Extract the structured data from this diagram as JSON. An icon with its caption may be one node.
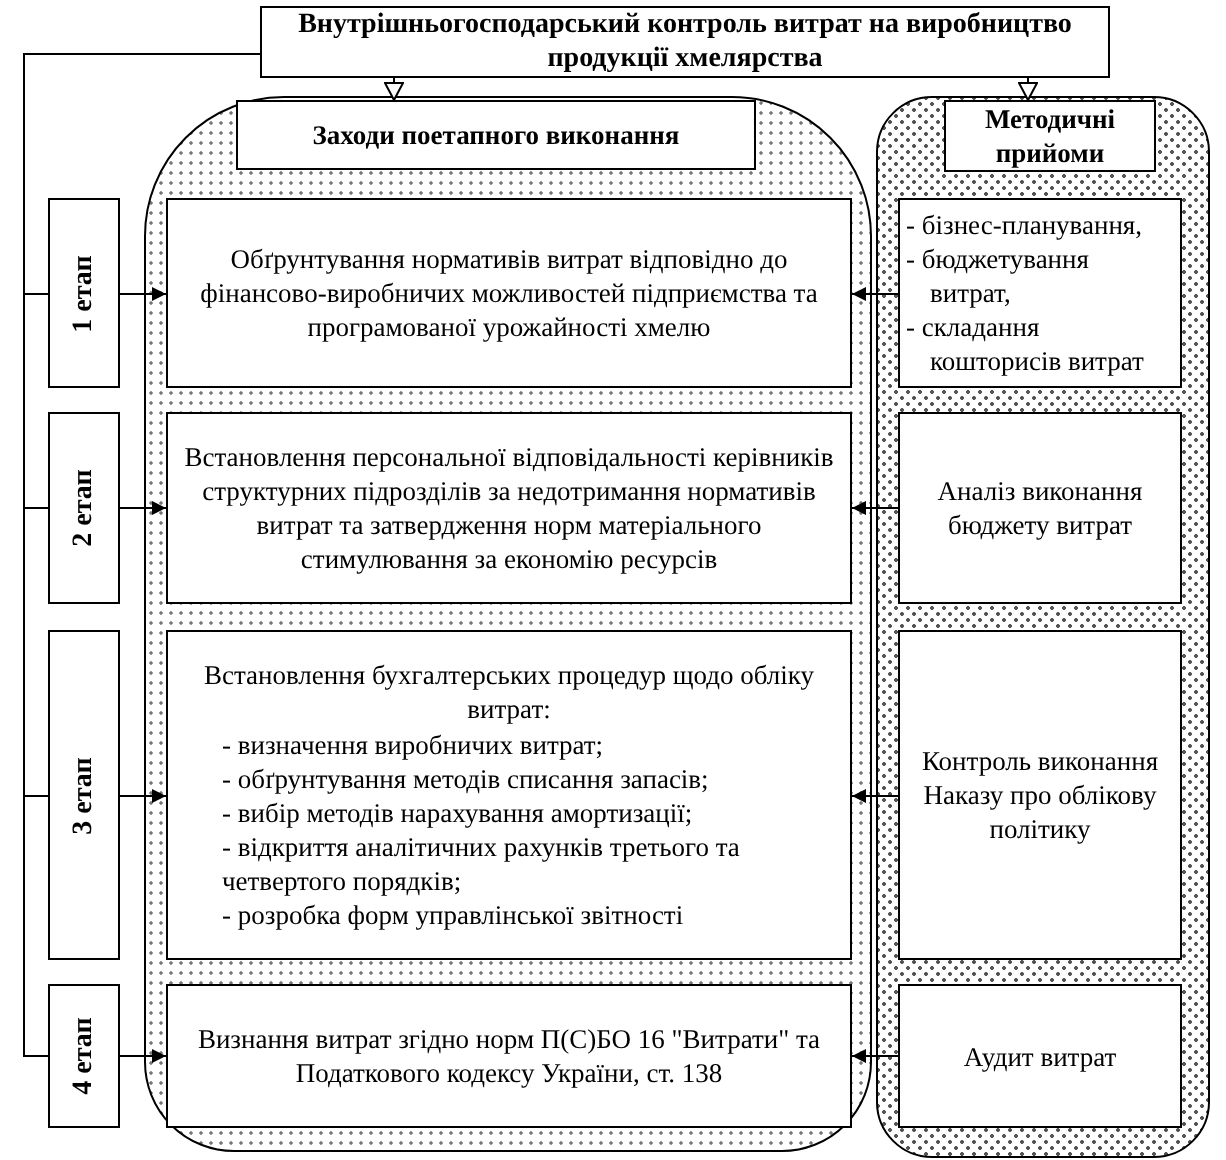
{
  "diagram": {
    "nodes": [
      {
        "text": [
          "Внутрішньогосподарський контроль витрат на виробництво продукції хмелярства"
        ]
      },
      {
        "text": [],
        "shape": "box"
      },
      {
        "text": [
          "Заходи поетапного виконання"
        ],
        "in": 1
      },
      {
        "text": [],
        "shape": "box"
      },
      {
        "text": [
          "Методичні прийоми"
        ],
        "in": 3
      },
      {
        "text": [
          "1 етап"
        ]
      },
      {
        "text": [
          "2 етап"
        ]
      },
      {
        "text": [
          "3 етап"
        ]
      },
      {
        "text": [
          "4 етап"
        ]
      },
      {
        "text": [
          "Обґрунтування нормативів витрат відповідно до фінансово-виробничих можливостей підприємства та програмованої урожайності хмелю"
        ],
        "in": 1
      },
      {
        "text": [
          "Встановлення персональної відповідальності керівників структурних підрозділів за недотримання нормативів витрат та затвердження норм матеріального стимулювання за економію ресурсів"
        ],
        "in": 1
      },
      {
        "text": [
          "Встановлення бухгалтерських процедур щодо обліку витрат:",
          "- визначення виробничих витрат;",
          "- обґрунтування методів списання запасів;",
          "- вибір методів нарахування амортизації;",
          "- відкриття аналітичних рахунків третього та четвертого порядків;",
          "- розробка форм управлінської звітності"
        ],
        "in": 1
      },
      {
        "text": [
          "Визнання витрат згідно норм П(С)БО 16 \"Витрати\" та Податкового кодексу України, ст. 138"
        ],
        "in": 1
      },
      {
        "text": [
          "- бізнес-планування,",
          "- бюджетування витрат,",
          "- складання кошторисів витрат"
        ],
        "in": 3
      },
      {
        "text": [
          "Аналіз виконання бюджету витрат"
        ],
        "in": 3
      },
      {
        "text": [
          "Контроль виконання Наказу про облікову політику"
        ],
        "in": 3
      },
      {
        "text": [
          "Аудит витрат"
        ],
        "in": 3
      }
    ],
    "edges": [
      {
        "from": 0,
        "to": 2,
        "arrow": "to"
      },
      {
        "from": 0,
        "to": 4,
        "arrow": "to"
      },
      {
        "from": 0,
        "to": 5,
        "arrow": "none"
      },
      {
        "from": 0,
        "to": 6,
        "arrow": "none"
      },
      {
        "from": 0,
        "to": 7,
        "arrow": "none"
      },
      {
        "from": 0,
        "to": 8,
        "arrow": "none"
      },
      {
        "from": 5,
        "to": 9,
        "arrow": "to"
      },
      {
        "from": 6,
        "to": 10,
        "arrow": "to"
      },
      {
        "from": 7,
        "to": 11,
        "arrow": "to"
      },
      {
        "from": 8,
        "to": 12,
        "arrow": "to"
      },
      {
        "from": 13,
        "to": 9,
        "arrow": "to"
      },
      {
        "from": 14,
        "to": 10,
        "arrow": "to"
      },
      {
        "from": 15,
        "to": 11,
        "arrow": "to"
      },
      {
        "from": 16,
        "to": 12,
        "arrow": "to"
      }
    ]
  }
}
